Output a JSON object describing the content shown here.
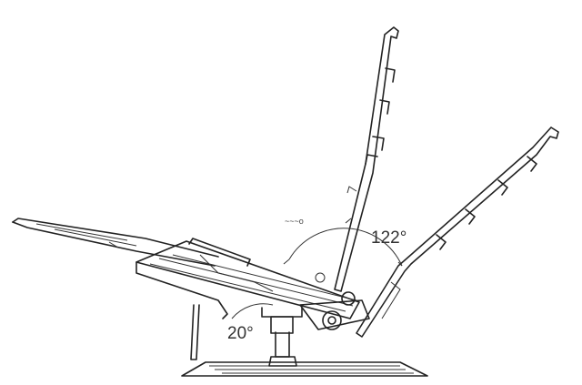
{
  "angles": {
    "recline": "122°",
    "base_tilt": "20°"
  },
  "small_label": "~~~o",
  "colors": {
    "line": "#222222",
    "background": "#ffffff"
  }
}
